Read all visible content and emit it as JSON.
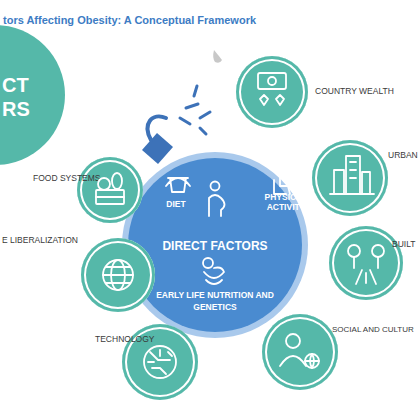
{
  "diagram": {
    "title": "tors Affecting Obesity: A Conceptual Framework",
    "nodes": [
      {
        "text": [
          "CT RS"
        ]
      },
      {
        "text": [
          "DIET",
          "PHYSICAL ACTIVITY",
          "DIRECT FACTORS",
          "EARLY LIFE NUTRITION AND GENETICS"
        ]
      },
      {
        "text": [
          "COUNTRY WEALTH"
        ]
      },
      {
        "text": [
          "URBAN"
        ]
      },
      {
        "text": [
          "BUILT"
        ]
      },
      {
        "text": [
          "SOCIAL AND CULTUR"
        ]
      },
      {
        "text": [
          "TECHNOLOGY"
        ]
      },
      {
        "text": [
          "E LIBERALIZATION"
        ]
      },
      {
        "text": [
          "FOOD SYSTEMS"
        ]
      }
    ]
  }
}
